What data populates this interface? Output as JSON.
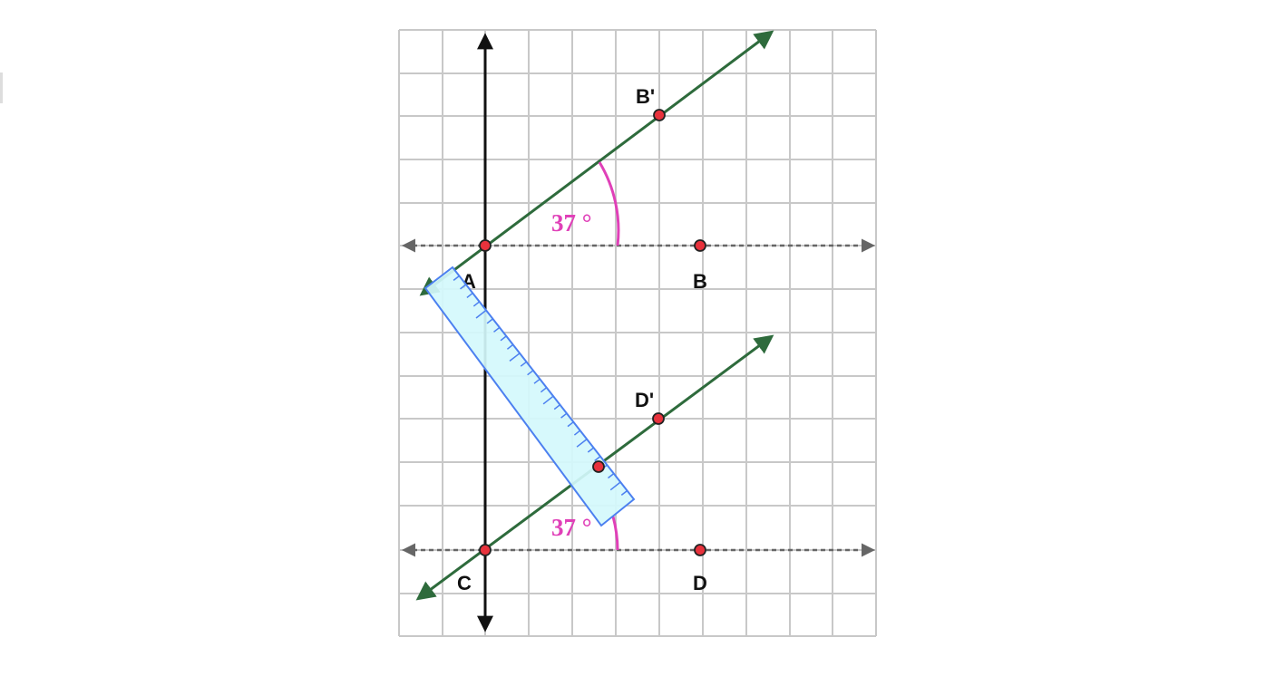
{
  "points": [
    {
      "id": "A",
      "label": "A"
    },
    {
      "id": "B",
      "label": "B"
    },
    {
      "id": "C",
      "label": "C"
    },
    {
      "id": "D",
      "label": "D"
    },
    {
      "id": "Bp",
      "label": "B'"
    },
    {
      "id": "Dp",
      "label": "D'"
    },
    {
      "id": "P",
      "label": ""
    }
  ],
  "angles": [
    {
      "id": "upper",
      "label": "37 °"
    },
    {
      "id": "lower",
      "label": "37 °"
    }
  ],
  "colors": {
    "grid": "#c8c8c8",
    "grid_border": "#bdbdbd",
    "vertical_line": "#111111",
    "slanted_line": "#2e6b3c",
    "dashed_line": "#666666",
    "angle_arc": "#e040b8",
    "point_fill": "#e8323c",
    "point_stroke": "#222222",
    "ruler_fill": "#d4f8fc",
    "ruler_stroke": "#4c80f0"
  },
  "tools": {
    "ruler_icon": "ruler-icon"
  }
}
